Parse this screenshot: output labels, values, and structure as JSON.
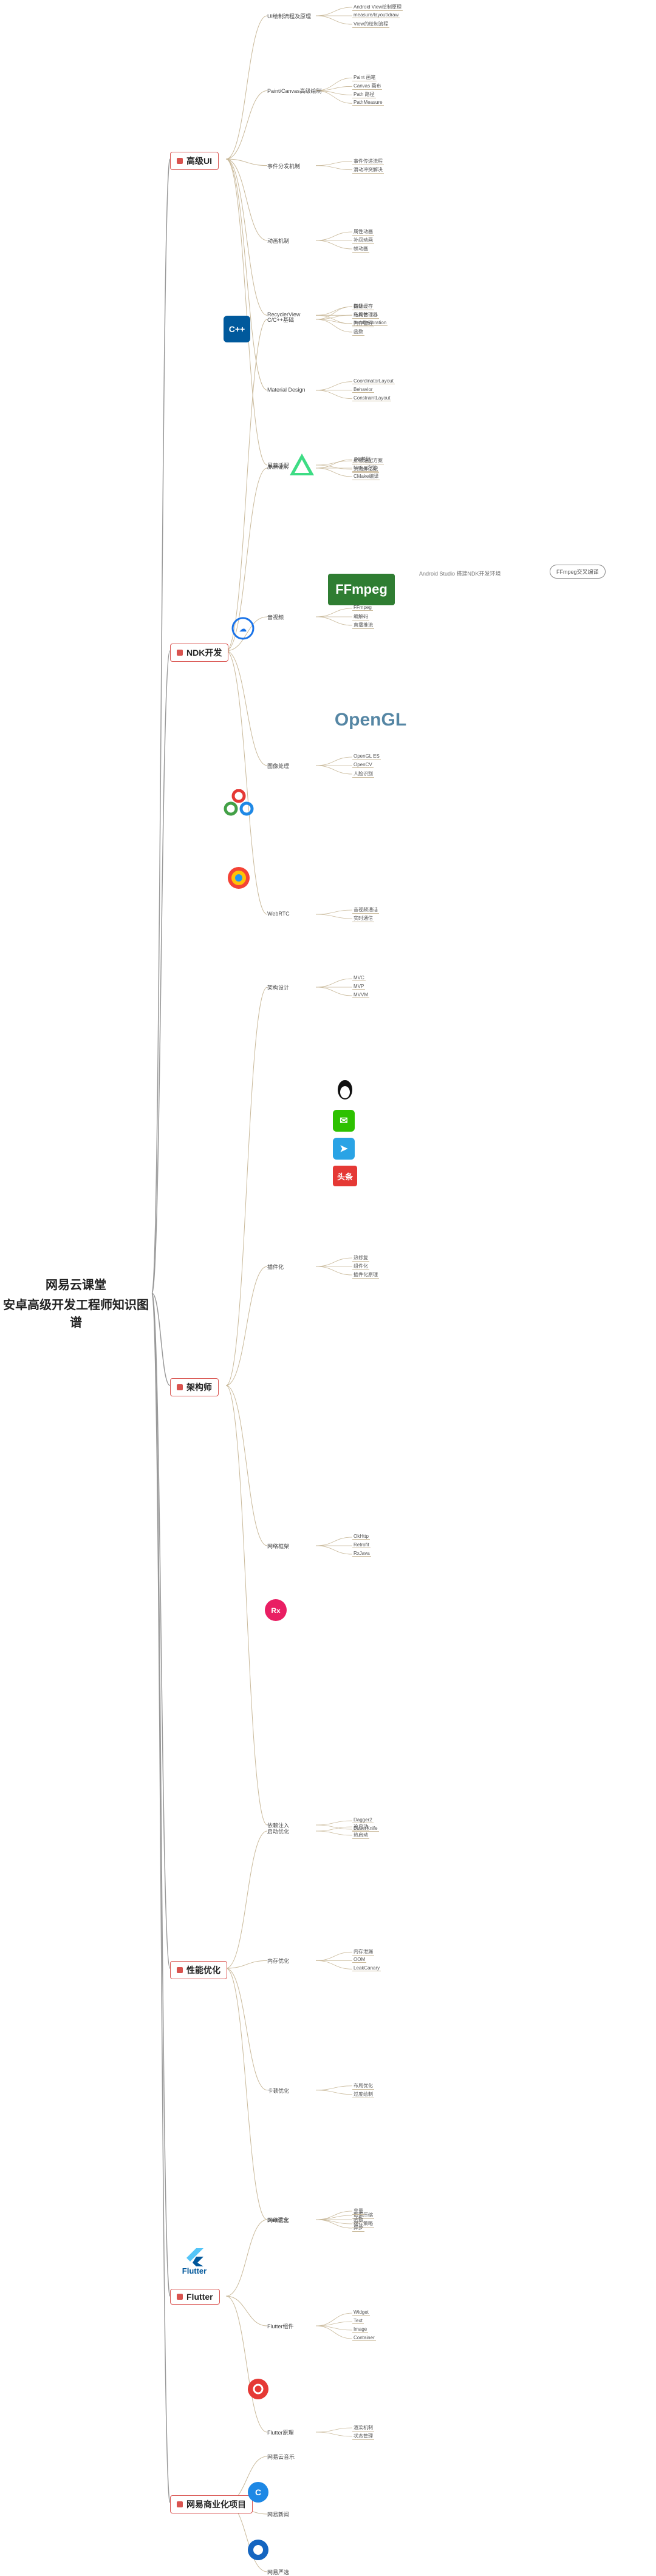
{
  "root": {
    "title_line1": "网易云课堂",
    "title_line2": "安卓高级开发工程师知识图谱"
  },
  "sections": [
    {
      "label": "高级UI",
      "groups": [
        {
          "label": "UI绘制流程及原理",
          "items": [
            "Android View绘制原理",
            "measure/layout/draw",
            "View的绘制流程"
          ]
        },
        {
          "label": "Paint/Canvas高级绘制",
          "items": [
            "Paint 画笔",
            "Canvas 画布",
            "Path 路径",
            "PathMeasure"
          ]
        },
        {
          "label": "事件分发机制",
          "items": [
            "事件传递流程",
            "滑动冲突解决"
          ]
        },
        {
          "label": "动画机制",
          "items": [
            "属性动画",
            "补间动画",
            "帧动画"
          ]
        },
        {
          "label": "RecyclerView",
          "items": [
            "四级缓存",
            "布局管理器",
            "ItemDecoration"
          ]
        },
        {
          "label": "Material Design",
          "items": [
            "CoordinatorLayout",
            "Behavior",
            "ConstraintLayout"
          ]
        },
        {
          "label": "屏幕适配",
          "items": [
            "屏幕适配方案",
            "刘海屏适配"
          ]
        }
      ]
    },
    {
      "label": "NDK开发",
      "groups": [
        {
          "label": "C/C++基础",
          "items": [
            "指针",
            "结构体",
            "内存管理",
            "函数"
          ]
        },
        {
          "label": "JNI/NDK",
          "items": [
            "JNI基础",
            "Native方法",
            "CMake编译"
          ]
        },
        {
          "label": "音视频",
          "items": [
            "FFmpeg",
            "编解码",
            "直播推流"
          ]
        },
        {
          "label": "图像处理",
          "items": [
            "OpenGL ES",
            "OpenCV",
            "人脸识别"
          ]
        },
        {
          "label": "WebRTC",
          "items": [
            "音视频通话",
            "实时通信"
          ]
        }
      ]
    },
    {
      "label": "架构师",
      "groups": [
        {
          "label": "架构设计",
          "items": [
            "MVC",
            "MVP",
            "MVVM"
          ]
        },
        {
          "label": "插件化",
          "items": [
            "热修复",
            "组件化",
            "插件化原理"
          ]
        },
        {
          "label": "网络框架",
          "items": [
            "OkHttp",
            "Retrofit",
            "RxJava"
          ]
        },
        {
          "label": "依赖注入",
          "items": [
            "Dagger2",
            "ButterKnife"
          ]
        }
      ]
    },
    {
      "label": "性能优化",
      "groups": [
        {
          "label": "启动优化",
          "items": [
            "冷启动",
            "热启动"
          ]
        },
        {
          "label": "内存优化",
          "items": [
            "内存泄漏",
            "OOM",
            "LeakCanary"
          ]
        },
        {
          "label": "卡顿优化",
          "items": [
            "布局优化",
            "过度绘制"
          ]
        },
        {
          "label": "网络优化",
          "items": [
            "数据压缩",
            "缓存策略"
          ]
        }
      ]
    },
    {
      "label": "Flutter",
      "groups": [
        {
          "label": "Dart语言",
          "items": [
            "变量",
            "函数",
            "异步"
          ]
        },
        {
          "label": "Flutter组件",
          "items": [
            "Widget",
            "Text",
            "Image",
            "Container"
          ]
        },
        {
          "label": "Flutter原理",
          "items": [
            "渲染机制",
            "状态管理"
          ]
        }
      ]
    },
    {
      "label": "网易商业化项目",
      "groups": [
        {
          "label": "网易云音乐",
          "items": []
        },
        {
          "label": "网易新闻",
          "items": []
        },
        {
          "label": "网易严选",
          "items": []
        }
      ]
    }
  ],
  "logos": {
    "cpp": "C++",
    "ffmpeg": "FFmpeg",
    "opengl": "OpenGL",
    "opencv": "OpenCV",
    "webrtc": "WebRTC",
    "rxjava": "RxJava",
    "flutter": "Flutter",
    "toutiao": "头条"
  },
  "callouts": {
    "ndk_note": "Android Studio 搭建NDK开发环境",
    "ndk_box": "FFmpeg交叉编译"
  },
  "colors": {
    "section_border": "#d9534f",
    "line": "#c9b99a",
    "root_line": "#999999"
  }
}
